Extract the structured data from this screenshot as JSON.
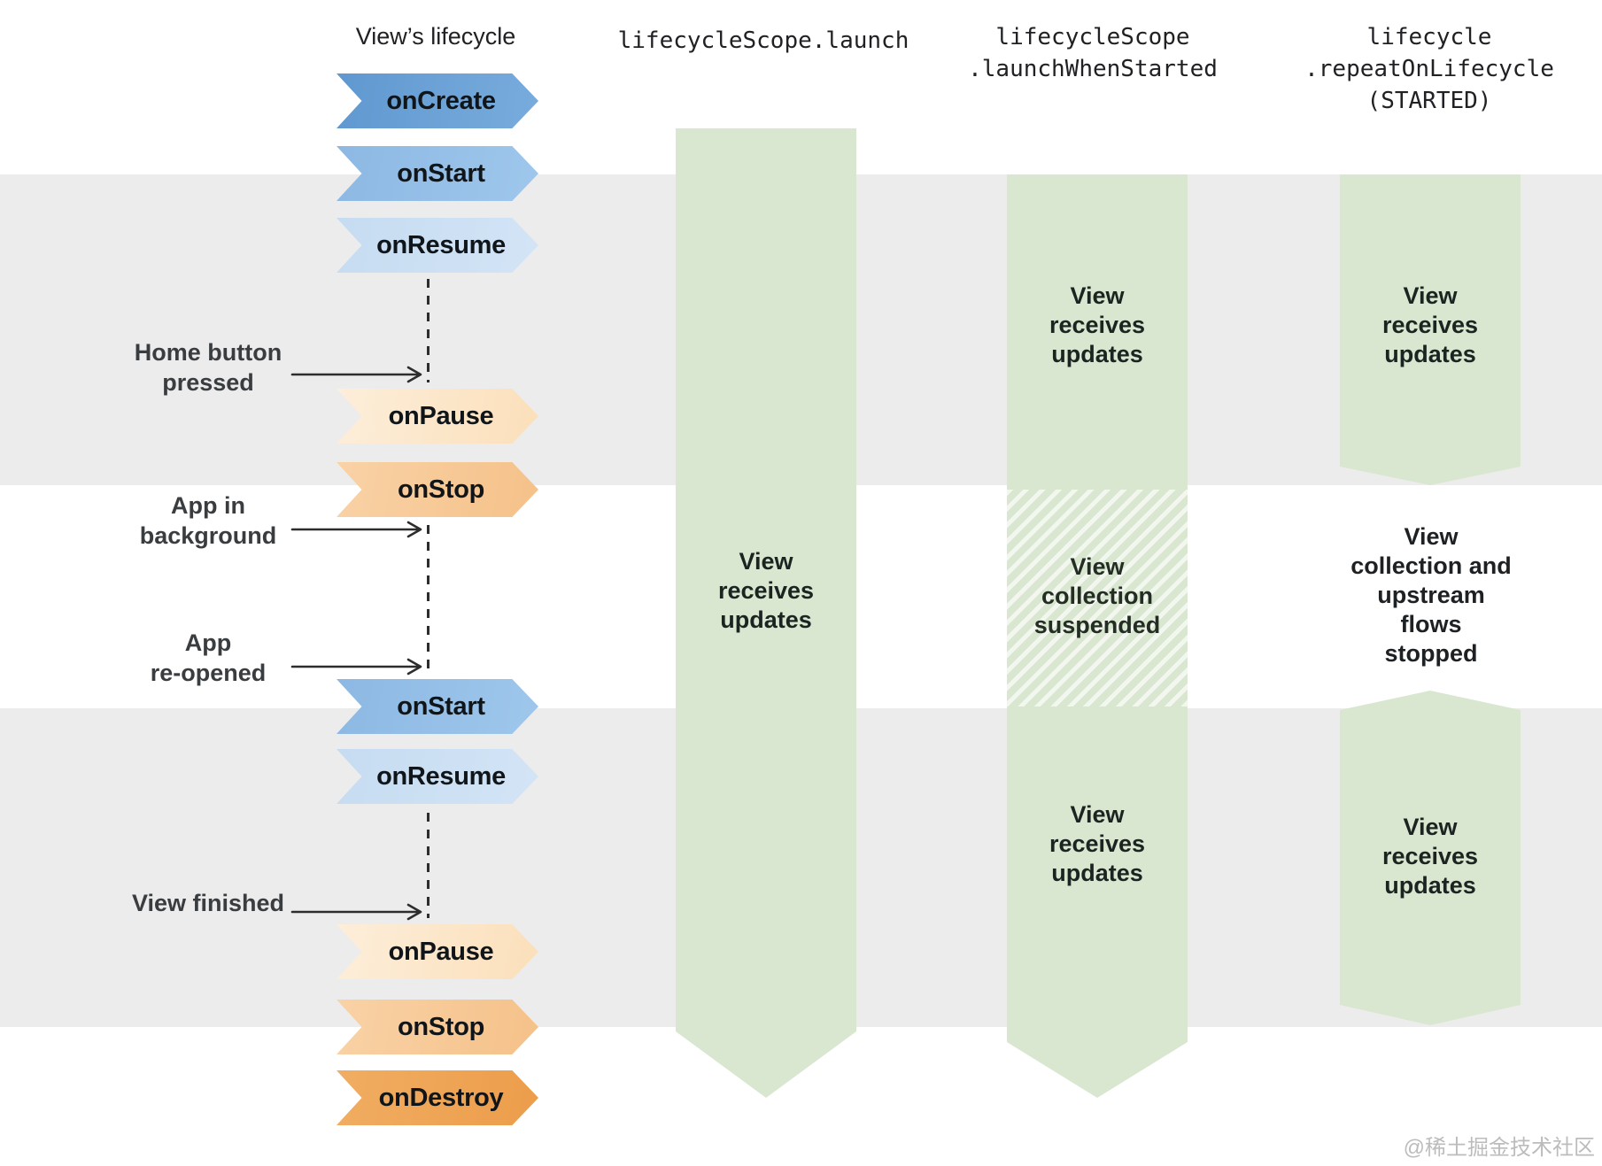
{
  "headers": {
    "views_lifecycle": "View’s lifecycle",
    "lifecyclescope_launch": "lifecycleScope.launch",
    "lifecyclescope_launchwhenstarted": "lifecycleScope\n.launchWhenStarted",
    "lifecycle_repeatonlifecycle": "lifecycle\n.repeatOnLifecycle\n(STARTED)"
  },
  "lifecycle_steps": [
    {
      "label": "onCreate",
      "stage": "create"
    },
    {
      "label": "onStart",
      "stage": "start"
    },
    {
      "label": "onResume",
      "stage": "resume"
    },
    {
      "label": "onPause",
      "stage": "pause"
    },
    {
      "label": "onStop",
      "stage": "stop"
    },
    {
      "label": "onStart",
      "stage": "start"
    },
    {
      "label": "onResume",
      "stage": "resume"
    },
    {
      "label": "onPause",
      "stage": "pause"
    },
    {
      "label": "onStop",
      "stage": "stop"
    },
    {
      "label": "onDestroy",
      "stage": "destroy"
    }
  ],
  "event_labels": [
    {
      "text": "Home button\npressed"
    },
    {
      "text": "App in\nbackground"
    },
    {
      "text": "App\nre-opened"
    },
    {
      "text": "View finished"
    }
  ],
  "launch_column": {
    "text": "View\nreceives\nupdates"
  },
  "launch_when_started_column": {
    "text_top": "View\nreceives\nupdates",
    "text_suspended": "View\ncollection\nsuspended",
    "text_bottom": "View\nreceives\nupdates"
  },
  "repeat_on_lifecycle_column": {
    "text_top": "View\nreceives\nupdates",
    "text_middle": "View\ncollection and\nupstream\nflows\nstopped",
    "text_bottom": "View\nreceives\nupdates"
  },
  "watermark": "@稀土掘金技术社区",
  "colors": {
    "background_band": "#ececec",
    "timeline_green": "#d9e7d0",
    "chevron_oncreate": "#689fd4",
    "chevron_onstart": "#94bfe7",
    "chevron_onresume": "#cde0f3",
    "chevron_onpause": "#fce5c5",
    "chevron_onstop": "#f8cda0",
    "chevron_ondestroy": "#efa65a",
    "arrow_dark": "#2d2d2d",
    "label_gray": "#3a3d40",
    "bar_text_dark": "#1b2420",
    "watermark_gray": "#bcbcbc"
  }
}
